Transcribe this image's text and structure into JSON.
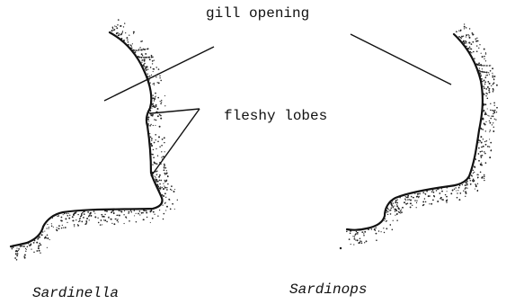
{
  "labels": {
    "gill_opening": "gill opening",
    "fleshy_lobes": "fleshy lobes",
    "left_genus": "Sardinella",
    "right_genus": "Sardinops"
  }
}
